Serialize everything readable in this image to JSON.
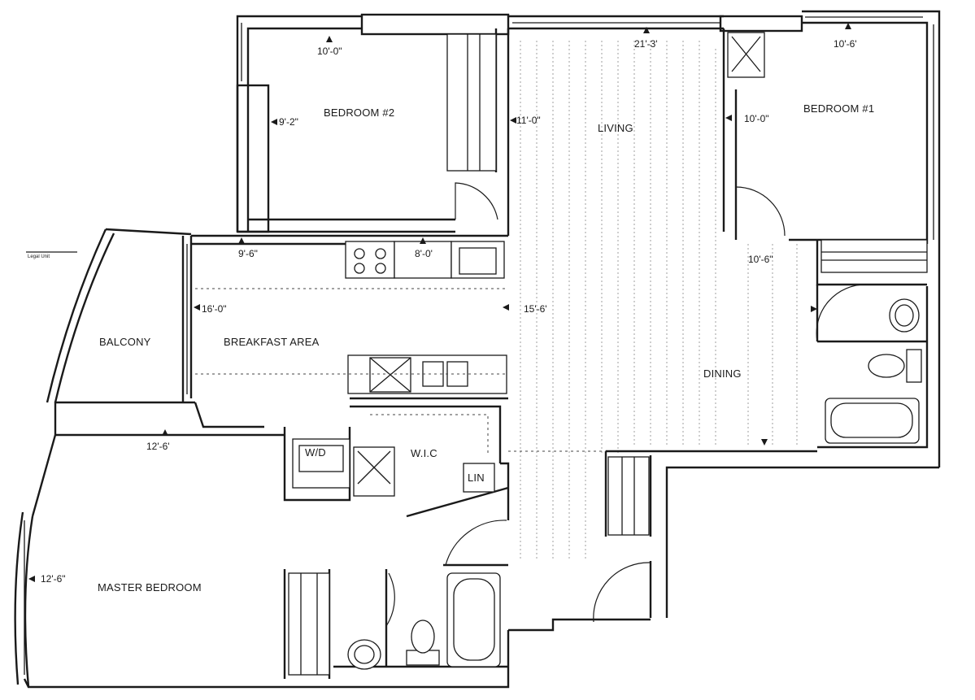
{
  "rooms": {
    "bedroom2": "BEDROOM #2",
    "bedroom1": "BEDROOM #1",
    "living": "LIVING",
    "dining": "DINING",
    "breakfast": "BREAKFAST AREA",
    "balcony": "BALCONY",
    "master": "MASTER BEDROOM",
    "wic": "W.I.C",
    "wd": "W/D",
    "lin": "LIN"
  },
  "dimensions": {
    "bed2_width": "10'-0\"",
    "bed2_depth": "9'-2\"",
    "living_width": "21'-3'",
    "living_depth": "11'-0\"",
    "bed1_width": "10'-6'",
    "bed1_depth": "10'-0\"",
    "breakfast_width": "9'-6\"",
    "kitchen_width": "8'-0'",
    "dining_depth": "10'-6\"",
    "breakfast_depth": "16'-0\"",
    "living_dining_depth": "15'-6'",
    "master_width": "12'-6'",
    "master_depth": "12'-6\""
  },
  "legend_note": "Legal Unit"
}
